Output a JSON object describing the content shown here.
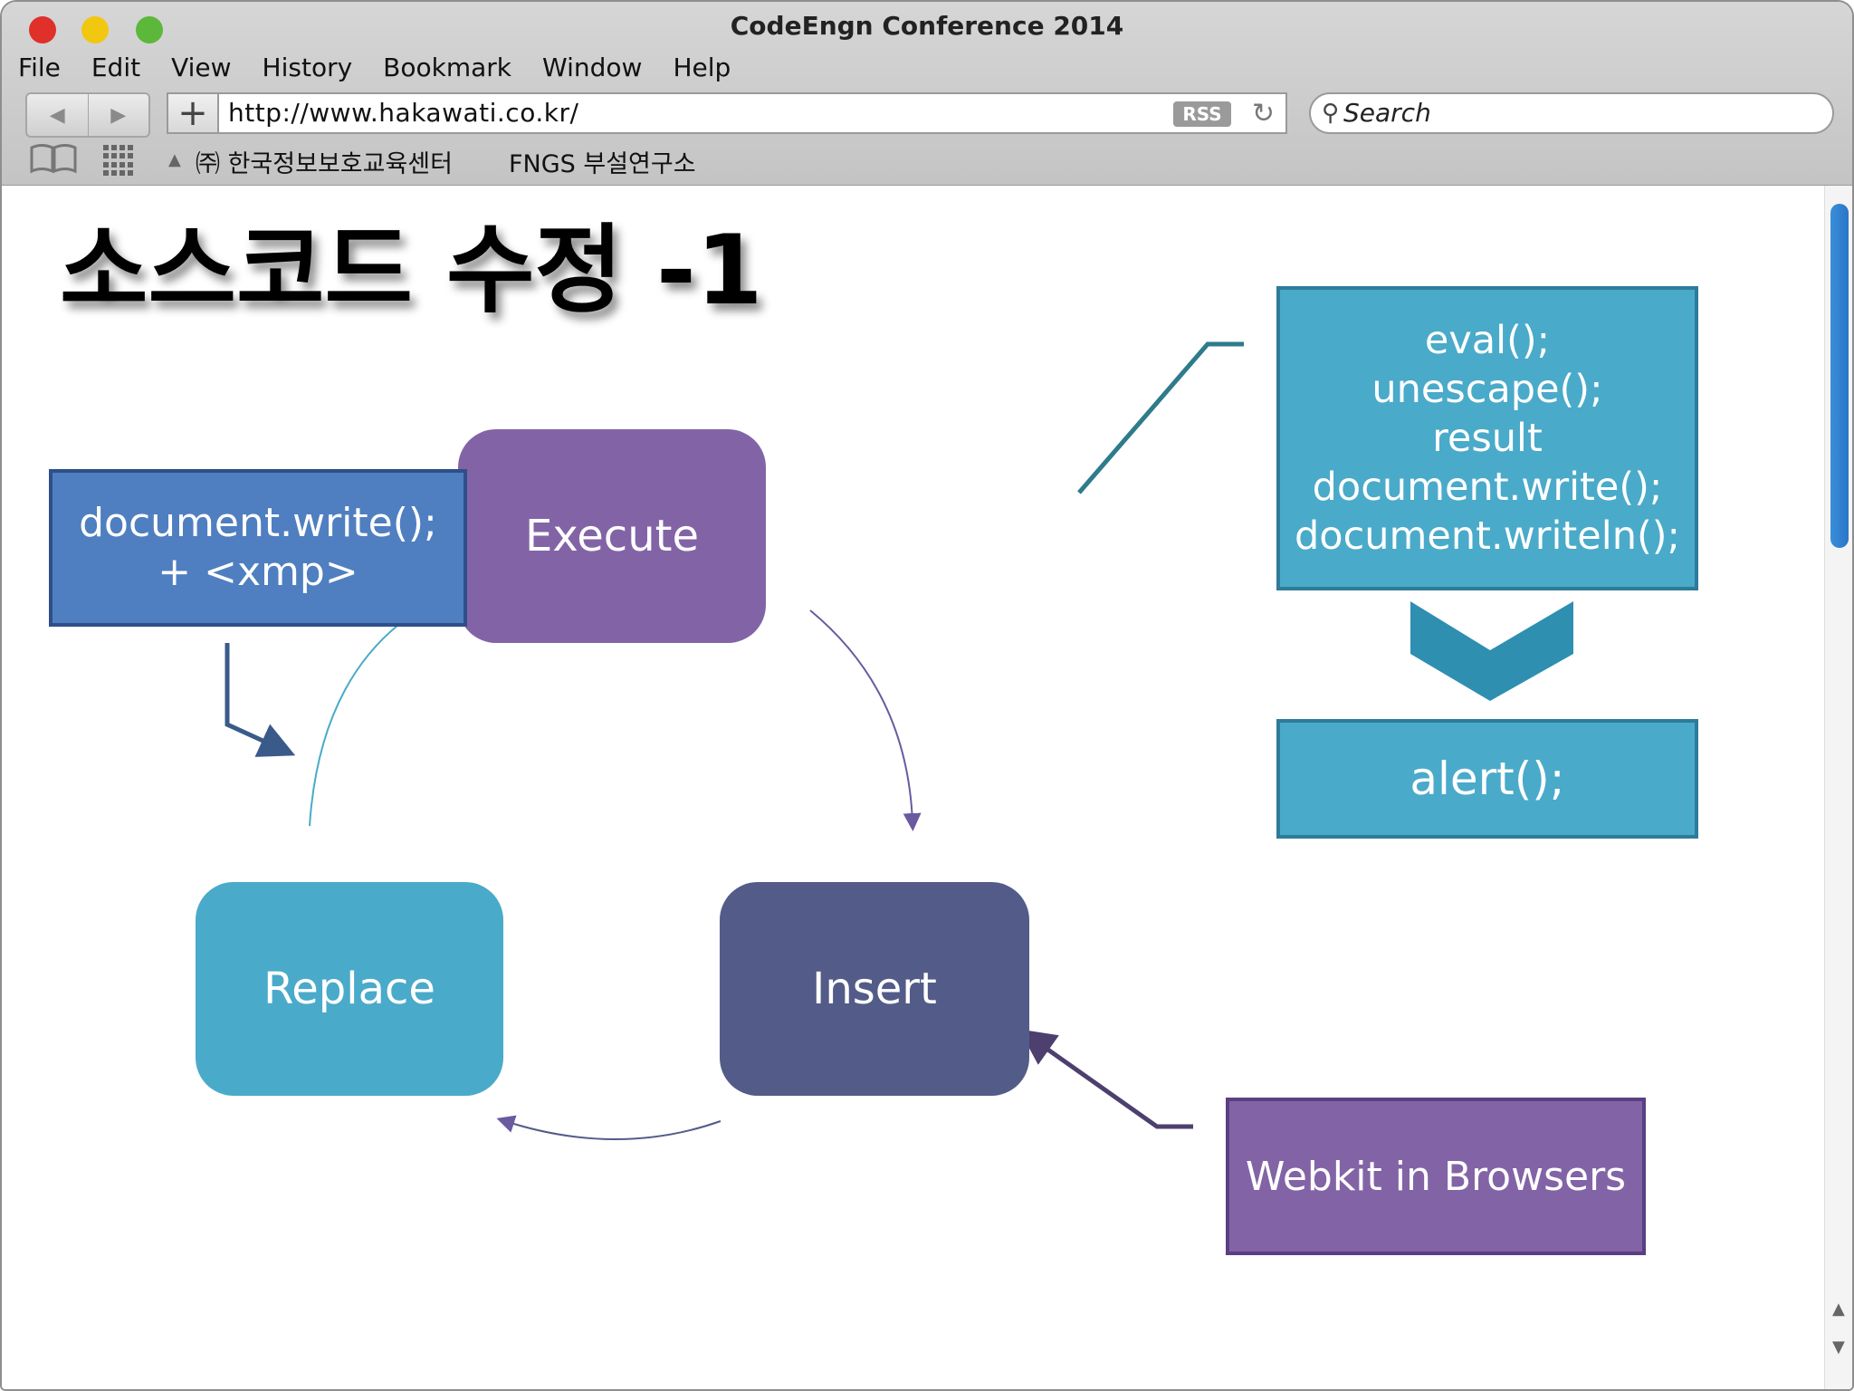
{
  "window": {
    "title": "CodeEngn Conference 2014"
  },
  "menu": [
    "File",
    "Edit",
    "View",
    "History",
    "Bookmark",
    "Window",
    "Help"
  ],
  "toolbar": {
    "url": "http://www.hakawati.co.kr/",
    "rss_label": "RSS",
    "search_placeholder": "Search"
  },
  "bookmarks": [
    "㈜ 한국정보보호교육센터",
    "FNGS 부설연구소"
  ],
  "slide": {
    "title": "소스코드 수정 -1",
    "cycle": {
      "execute": "Execute",
      "insert": "Insert",
      "replace": "Replace"
    },
    "left_box": [
      "document.write();",
      "+ <xmp>"
    ],
    "code_box": [
      "eval();",
      "unescape();",
      "result",
      "document.write();",
      "document.writeln();"
    ],
    "alert_box": "alert();",
    "webkit_box": "Webkit in Browsers"
  },
  "colors": {
    "purple": "#8264a6",
    "blue": "#4f7fc0",
    "teal": "#4aaac9",
    "navy": "#535c88",
    "light_red": "#e0302a",
    "light_yellow": "#f2c70f",
    "light_green": "#5cb83a"
  }
}
